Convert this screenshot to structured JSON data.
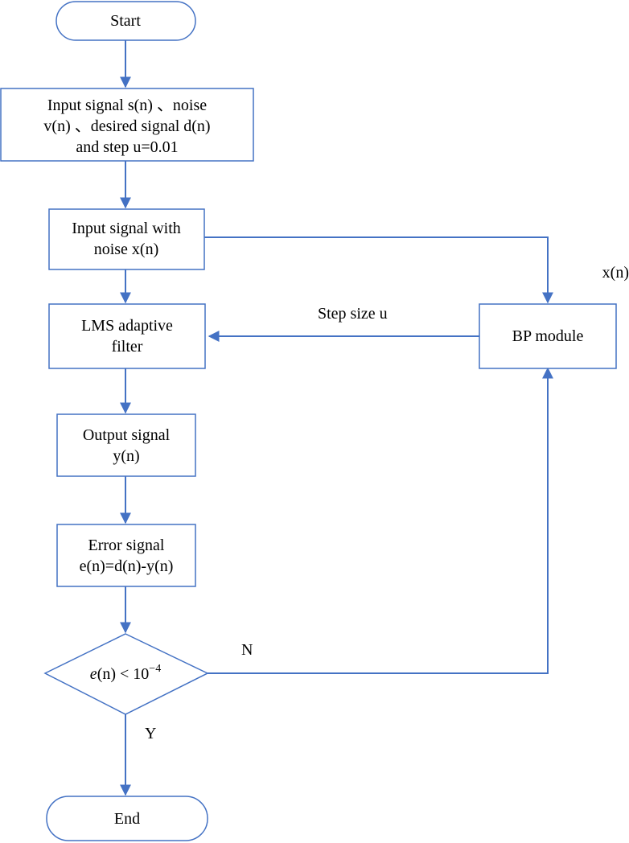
{
  "colors": {
    "box_stroke": "#4472C4",
    "arrow": "#4472C4",
    "background": "#ffffff",
    "text": "#000000"
  },
  "nodes": {
    "start": {
      "text": "Start"
    },
    "input_params": {
      "lines": [
        "Input signal s(n) 、noise",
        "v(n) 、desired signal d(n)",
        "and step u=0.01"
      ]
    },
    "noisy_input": {
      "lines": [
        "Input signal with",
        "noise x(n)"
      ]
    },
    "lms_filter": {
      "lines": [
        "LMS adaptive",
        "filter"
      ]
    },
    "output_signal": {
      "lines": [
        "Output signal",
        "y(n)"
      ]
    },
    "error_signal": {
      "lines": [
        "Error signal",
        "e(n)=d(n)-y(n)"
      ]
    },
    "decision": {
      "lhs": "e",
      "arg": "(n)",
      "op": " < 10",
      "exp": "−4"
    },
    "bp_module": {
      "text": "BP module"
    },
    "end": {
      "text": "End"
    }
  },
  "edge_labels": {
    "xn": "x(n)",
    "step_size": "Step size  u",
    "no": "N",
    "yes": "Y"
  }
}
